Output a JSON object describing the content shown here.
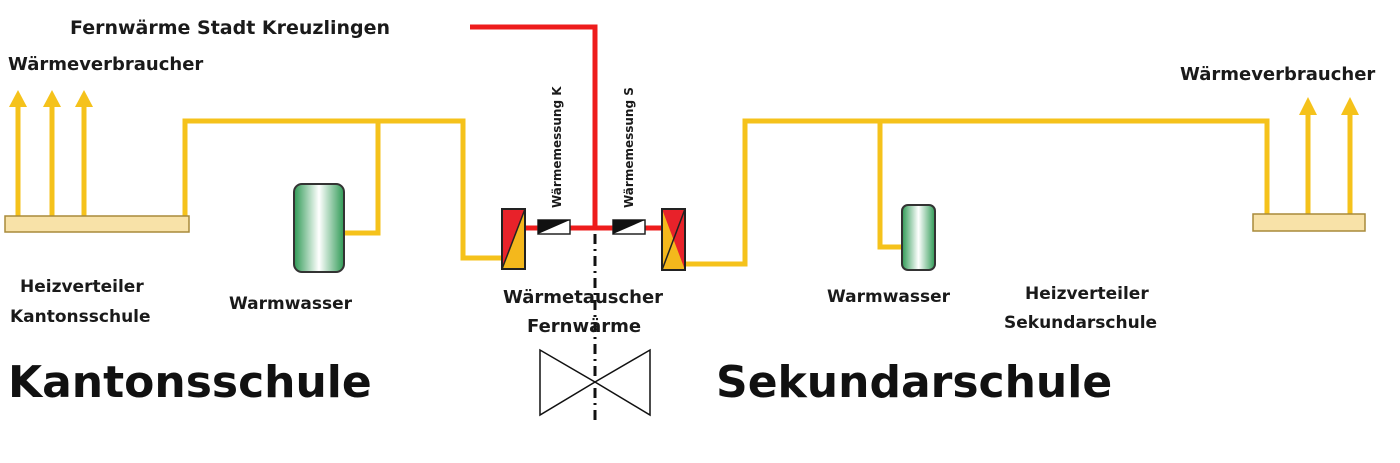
{
  "labels": {
    "district_heating": "Fernwärme Stadt Kreuzlingen",
    "consumer_left": "Wärmeverbraucher",
    "consumer_right": "Wärmeverbraucher",
    "distributor_left_1": "Heizverteiler",
    "distributor_left_2": "Kantonsschule",
    "hot_water_left": "Warmwasser",
    "exchanger_1": "Wärmetauscher",
    "exchanger_2": "Fernwärme",
    "meter_k": "Wärmemessung K",
    "meter_s": "Wärmemessung S",
    "hot_water_right": "Warmwasser",
    "distributor_right_1": "Heizverteiler",
    "distributor_right_2": "Sekundarschule"
  },
  "titles": {
    "left": "Kantonsschule",
    "right": "Sekundarschule"
  },
  "colors": {
    "heating_pipe": "#f5c21b",
    "district_pipe": "#ee1c1c",
    "exchanger_red": "#e8222a",
    "exchanger_yellow": "#f4b81c",
    "manifold_fill": "#f8e2a8",
    "tank_green": "#3aa05a"
  }
}
